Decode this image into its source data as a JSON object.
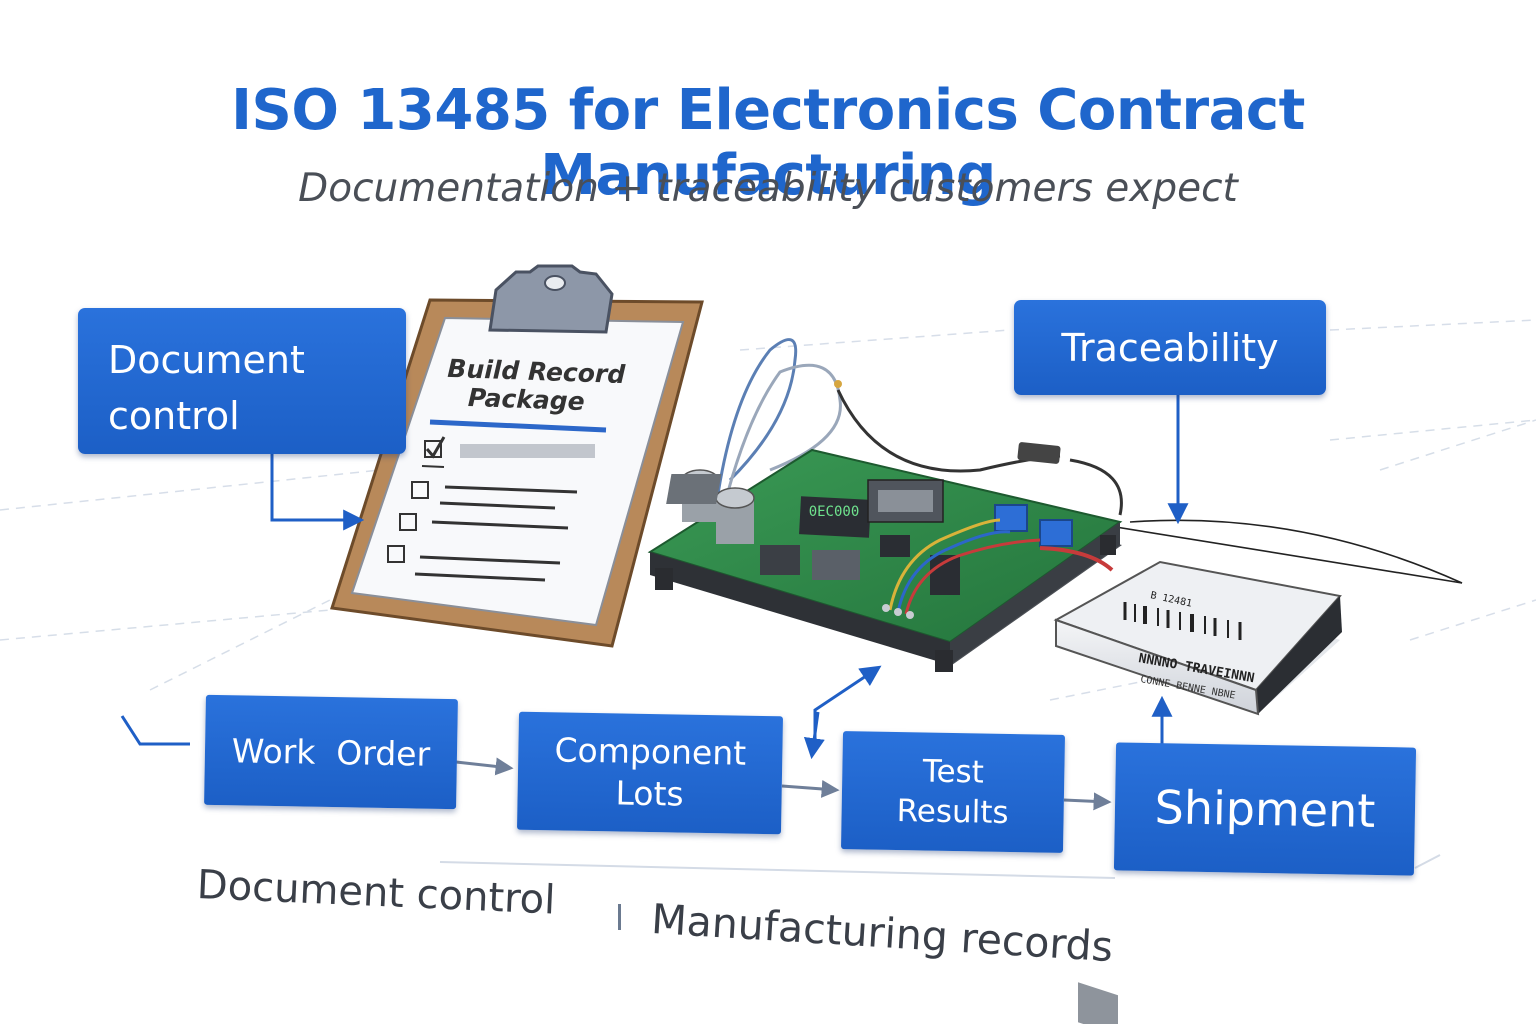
{
  "header": {
    "title": "ISO 13485 for Electronics Contract Manufacturing",
    "subtitle": "Documentation + traceability customers expect"
  },
  "callouts": {
    "document_control": [
      "Document",
      "control"
    ],
    "traceability": "Traceability"
  },
  "clipboard": {
    "title_line1": "Build Record",
    "title_line2": "Package"
  },
  "pcb": {
    "chip_label": "0EC000"
  },
  "package": {
    "label_top": "B 12481",
    "label_main": "NNNNO TRAVEINNN",
    "label_bottom": "CONNE BENNE NBNE"
  },
  "flow": [
    {
      "lines": [
        "Work  Order"
      ]
    },
    {
      "lines": [
        "Component",
        "Lots"
      ]
    },
    {
      "lines": [
        "Test",
        "Results"
      ]
    },
    {
      "lines": [
        "Shipment"
      ]
    }
  ],
  "footer": {
    "left": "Document control",
    "right": "Manufacturing records"
  },
  "colors": {
    "brand_blue": "#1f66cc",
    "box_blue": "#2266d4",
    "pcb_green": "#2e8a4a",
    "clipboard_brown": "#b8895a"
  }
}
